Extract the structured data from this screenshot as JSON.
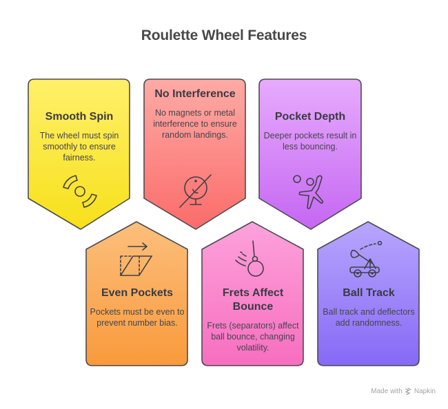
{
  "title": "Roulette Wheel Features",
  "cards": [
    {
      "id": "smooth-spin",
      "title": "Smooth Spin",
      "description": "The wheel must spin smoothly to ensure fairness.",
      "icon": "spin-arrows-icon",
      "color_top": "#fff06a",
      "color_bottom": "#f7e01a"
    },
    {
      "id": "no-interference",
      "title": "No Interference",
      "description": "No magnets or metal interference to ensure random landings.",
      "icon": "no-webcam-icon",
      "color_top": "#ffaaa5",
      "color_bottom": "#fa6c6a"
    },
    {
      "id": "pocket-depth",
      "title": "Pocket Depth",
      "description": "Deeper pockets result in less bouncing.",
      "icon": "volleyball-player-icon",
      "color_top": "#e7abfd",
      "color_bottom": "#c567f2"
    },
    {
      "id": "even-pockets",
      "title": "Even Pockets",
      "description": "Pockets must be even to prevent number bias.",
      "icon": "shear-shape-icon",
      "color_top": "#fcbf7c",
      "color_bottom": "#f99a3c"
    },
    {
      "id": "frets-affect-bounce",
      "title": "Frets Affect Bounce",
      "description": "Frets (separators) affect ball bounce, changing volatility.",
      "icon": "wrecking-ball-icon",
      "color_top": "#fda2db",
      "color_bottom": "#f76ebf"
    },
    {
      "id": "ball-track",
      "title": "Ball Track",
      "description": "Ball track and deflectors add randomness.",
      "icon": "catapult-icon",
      "color_top": "#b7a6fd",
      "color_bottom": "#8769f6"
    }
  ],
  "footer": {
    "label": "Made with",
    "brand": "Napkin"
  },
  "colors": {
    "stroke": "#4a4a4f",
    "text": "#3d3d45",
    "background": "#ffffff"
  }
}
